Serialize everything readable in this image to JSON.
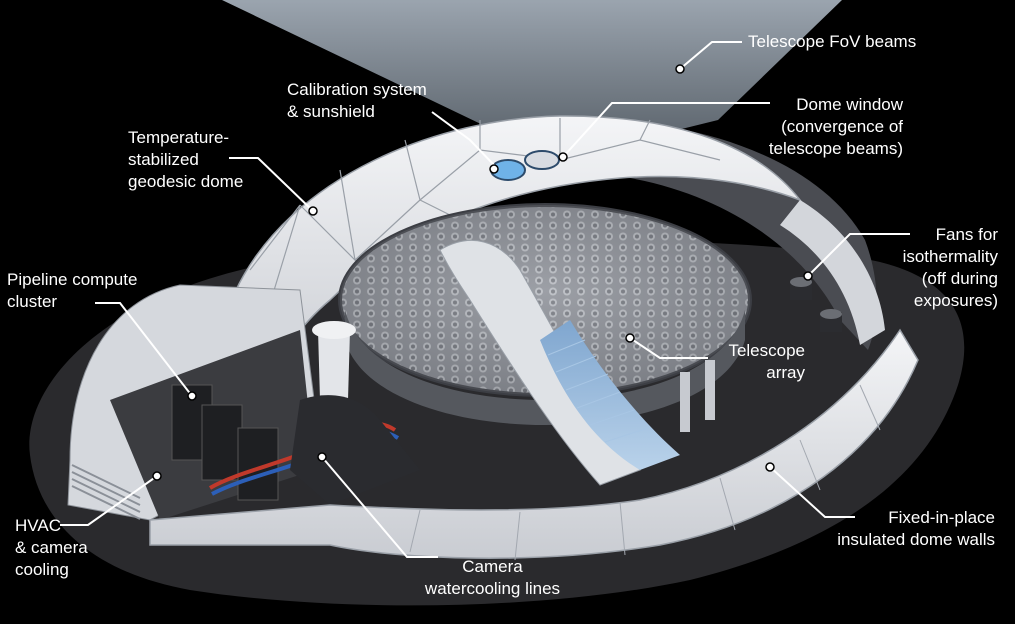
{
  "colors": {
    "background": "#000000",
    "text": "#ffffff",
    "beam": "#7f8a96",
    "dome_panel": "#e6e8ec",
    "base": "#2b2b2e",
    "water_red": "#c0392b",
    "water_blue": "#2c5fb8",
    "window_blue": "#6fb2e8"
  },
  "labels": {
    "fov_beams": [
      "Telescope FoV beams"
    ],
    "calibration": [
      "Calibration system",
      "& sunshield"
    ],
    "dome_window": [
      "Dome window",
      "(convergence of",
      "telescope beams)"
    ],
    "geodesic_dome": [
      "Temperature-",
      "stabilized",
      "geodesic dome"
    ],
    "fans": [
      "Fans for",
      "isothermality",
      "(off during",
      "exposures)"
    ],
    "pipeline": [
      "Pipeline compute",
      "cluster"
    ],
    "telescope_array": [
      "Telescope",
      "array"
    ],
    "hvac": [
      "HVAC",
      "& camera",
      "cooling"
    ],
    "watercooling": [
      "Camera",
      "watercooling lines"
    ],
    "dome_walls": [
      "Fixed-in-place",
      "insulated dome walls"
    ]
  }
}
